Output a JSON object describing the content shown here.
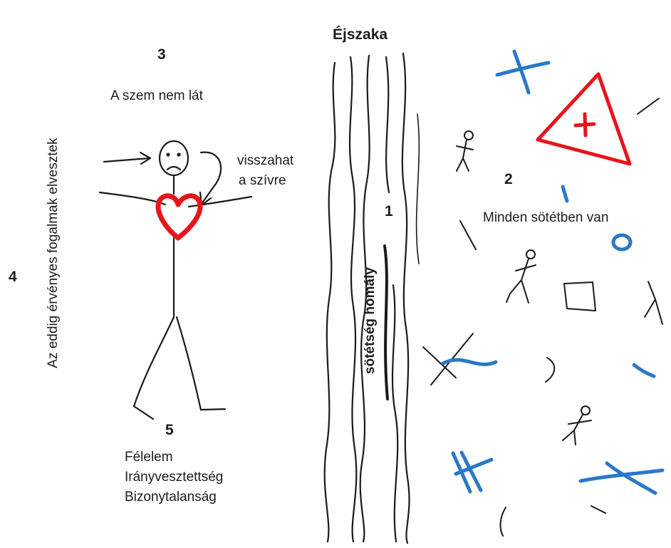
{
  "title": "Éjszaka",
  "markers": {
    "n1": "1",
    "n2": "2",
    "n3": "3",
    "n4": "4",
    "n5": "5"
  },
  "labels": {
    "lost_concepts": "Az eddig érvényes fogalmak elvesztek",
    "eye": "A szem nem lát",
    "heart_line1": "visszahat",
    "heart_line2": "a szívre",
    "darkness_all": "Minden sötétben van",
    "twilight": "sötétség homály",
    "fear_lines": [
      "Félelem",
      "Irányvesztettség",
      "Bizonytalanság"
    ]
  },
  "colors": {
    "ink": "#1a1a1a",
    "heart": "#e8141c",
    "blue": "#2a78c8",
    "triangle": "#e8141c"
  }
}
